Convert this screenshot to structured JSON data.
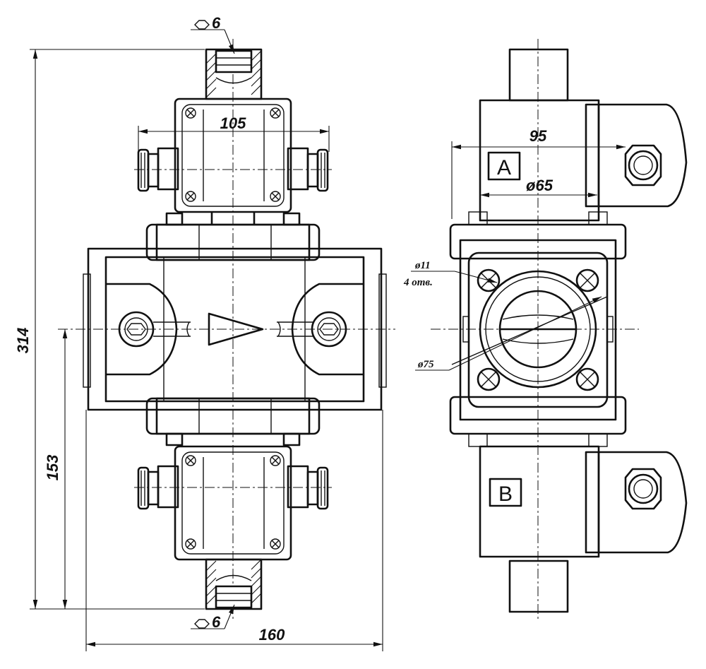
{
  "dimensions": {
    "overall_height": "314",
    "axis_height": "153",
    "overall_width": "160",
    "box_width": "105",
    "side_width": "95",
    "bore_diameter": "ø65",
    "hole_diameter": "ø11",
    "hole_count": "4 отв.",
    "bolt_circle": "ø75",
    "hex_top": "6",
    "hex_bottom": "6"
  },
  "views": {
    "label_a": "A",
    "label_b": "B"
  }
}
